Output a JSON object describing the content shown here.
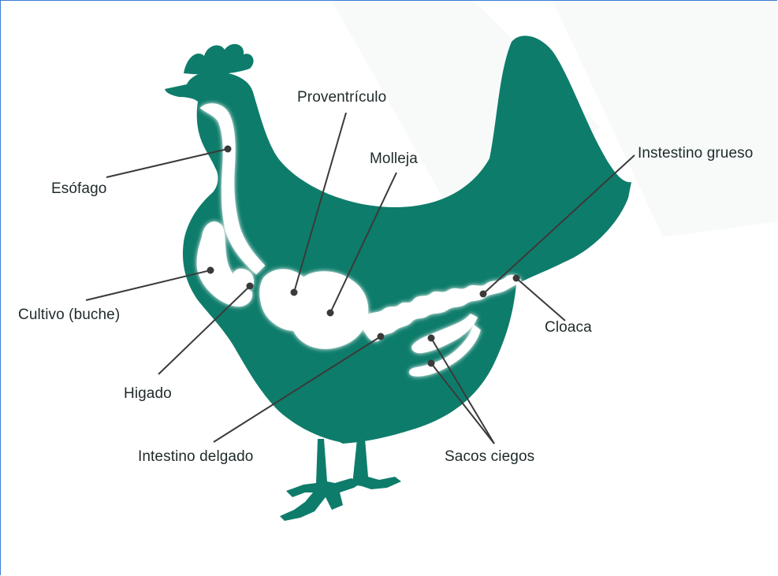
{
  "diagram": {
    "labels": {
      "esofago": "Esófago",
      "proventriculo": "Proventrículo",
      "molleja": "Molleja",
      "intestino_grueso": "Instestino grueso",
      "cultivo": "Cultivo (buche)",
      "cloaca": "Cloaca",
      "higado": "Higado",
      "intestino_delgado": "Intestino delgado",
      "sacos_ciegos": "Sacos ciegos"
    },
    "colors": {
      "body": "#0e7c6b",
      "organ": "#ffffff",
      "leader": "#3a3a3a",
      "text": "#1f2a2a"
    }
  }
}
